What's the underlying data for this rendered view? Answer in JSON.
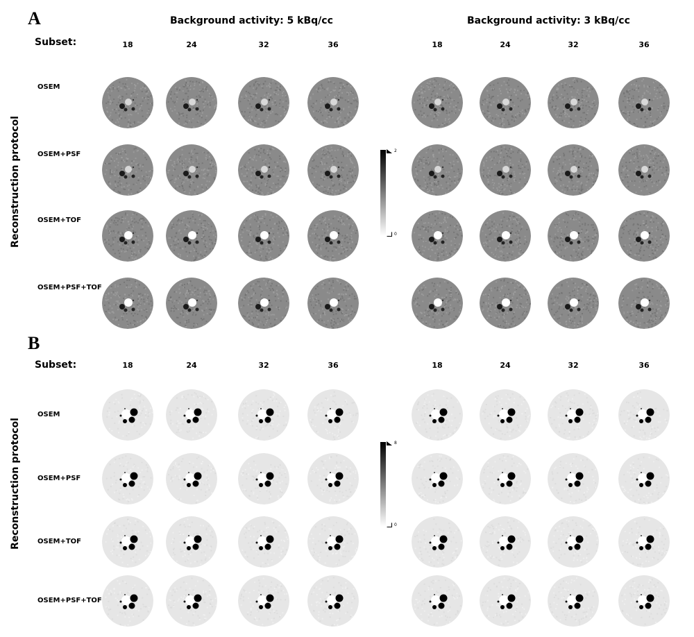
{
  "panels": [
    {
      "letter": "A",
      "subset_label": "Subset:",
      "vertical_label": "Reconstruction protocol",
      "groups": [
        {
          "title": "Background activity: 5 kBq/cc",
          "subsets": [
            "18",
            "24",
            "32",
            "36"
          ]
        },
        {
          "title": "Background activity: 3 kBq/cc",
          "subsets": [
            "18",
            "24",
            "32",
            "36"
          ]
        }
      ],
      "protocols": [
        "OSEM",
        "OSEM+PSF",
        "OSEM+TOF",
        "OSEM+PSF+TOF"
      ],
      "colorbar": {
        "max": "2",
        "min": "0"
      },
      "image_style": "dark",
      "background_color": "#8a8a8a"
    },
    {
      "letter": "B",
      "subset_label": "Subset:",
      "vertical_label": "Reconstruction protocol",
      "groups": [
        {
          "title": "",
          "subsets": [
            "18",
            "24",
            "32",
            "36"
          ]
        },
        {
          "title": "",
          "subsets": [
            "18",
            "24",
            "32",
            "36"
          ]
        }
      ],
      "protocols": [
        "OSEM",
        "OSEM+PSF",
        "OSEM+TOF",
        "OSEM+PSF+TOF"
      ],
      "colorbar": {
        "max": "8",
        "min": "0"
      },
      "image_style": "light",
      "background_color": "#e6e6e6"
    }
  ]
}
